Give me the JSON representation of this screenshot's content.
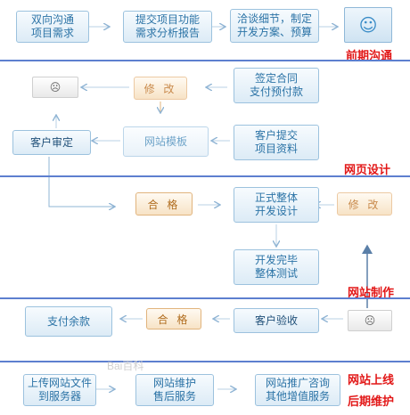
{
  "steps": {
    "two_way_comm": "双向沟通\n项目需求",
    "submit_analysis": "提交项目功能\n需求分析报告",
    "negotiate": "洽谈细节，制定\n开发方案、预算",
    "sign_contract": "签定合同\n支付预付款",
    "client_submit": "客户提交\n项目资料",
    "site_template": "网站模板",
    "client_review": "客户审定",
    "formal_design": "正式整体\n开发设计",
    "dev_complete": "开发完毕\n整体测试",
    "client_acceptance": "客户验收",
    "pay_balance": "支付余款",
    "upload": "上传网站文件\n到服务器",
    "maintenance": "网站维护\n售后服务",
    "promotion": "网站推广咨询\n其他增值服务"
  },
  "badges": {
    "modify_top": "修 改",
    "pass_design": "合 格",
    "modify_right": "修 改",
    "pass_accept": "合 格"
  },
  "faces": {
    "happy": "☺",
    "sad_top": "☹",
    "sad_bottom": "☹"
  },
  "phases": {
    "early": "前期沟通",
    "page_design": "网页设计",
    "site_build": "网站制作",
    "launch": "网站上线",
    "late_maint": "后期维护"
  },
  "watermark": "Bai百科"
}
